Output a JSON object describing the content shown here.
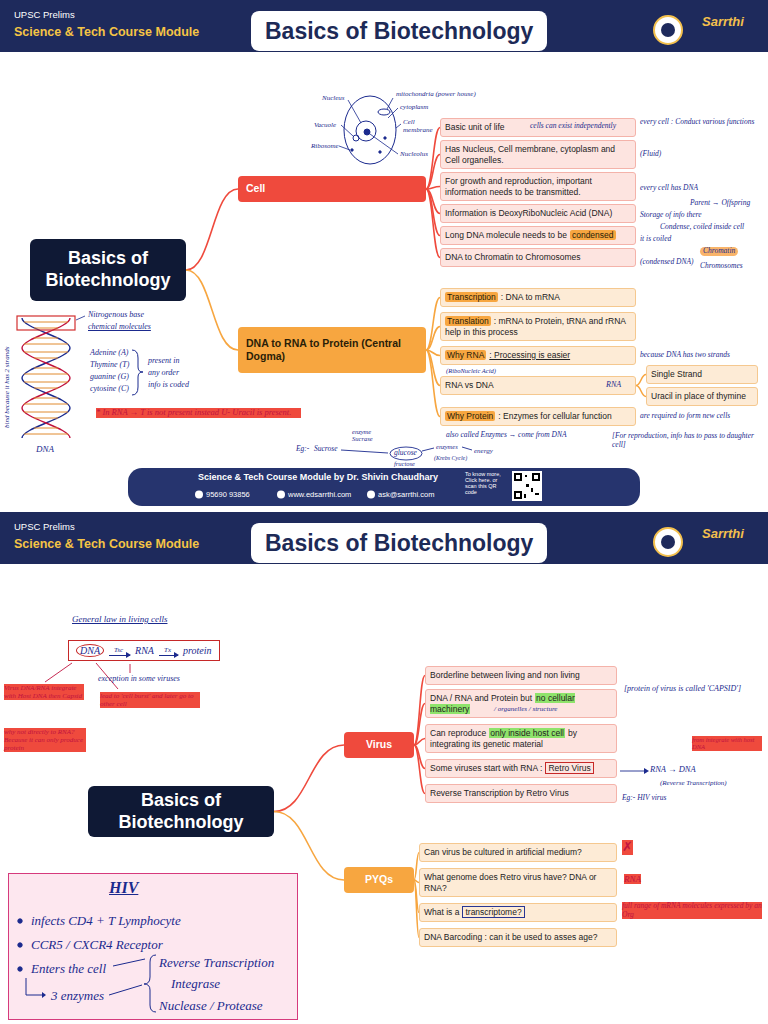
{
  "diagram": {
    "nodes": [
      {
        "text": [
          "UPSC Prelims",
          "Science & Tech Course Module"
        ]
      },
      {
        "text": [
          "Basics of Biotechnology"
        ],
        "in": 0
      },
      {
        "text": [
          "Basics of Biotechnology"
        ]
      },
      {
        "text": [
          "Cell"
        ]
      },
      {
        "text": [
          "Basic unit of life"
        ]
      },
      {
        "text": [
          "Has Nucleus, Cell membrane, cytoplasm and Cell organelles."
        ]
      },
      {
        "text": [
          "For growth and reproduction, important information needs to be transmitted."
        ]
      },
      {
        "text": [
          "Information is DeoxyRiboNucleic Acid (DNA)"
        ]
      },
      {
        "text": [
          "Long DNA molecule needs to be",
          "condensed"
        ]
      },
      {
        "text": [
          "DNA to Chromatin to Chromosomes"
        ]
      },
      {
        "text": [
          "DNA to RNA to Protein (Central Dogma)"
        ]
      },
      {
        "text": [
          "Transcription",
          ": DNA to mRNA"
        ]
      },
      {
        "text": [
          "Translation",
          ": mRNA to Protein, tRNA and rRNA help in this process"
        ]
      },
      {
        "text": [
          "Why RNA",
          ": Processing is easier"
        ]
      },
      {
        "text": [
          "RNA vs DNA"
        ]
      },
      {
        "text": [
          "Why Protein",
          ": Enzymes for cellular function"
        ]
      },
      {
        "text": [
          "Single Strand"
        ]
      },
      {
        "text": [
          "Uracil in place of thymine"
        ]
      },
      {
        "text": [
          "Science & Tech Course Module by Dr. Shivin Chaudhary",
          "95690 93856",
          "www.edsarrthi.com",
          "ask@sarrthi.com",
          "To know more, Click here. or scan this QR code"
        ]
      },
      {
        "text": [
          "UPSC Prelims",
          "Science & Tech Course Module"
        ]
      },
      {
        "text": [
          "Basics of Biotechnology"
        ],
        "in": 19
      },
      {
        "text": [
          "DNA",
          "Tsc",
          "RNA",
          "Tx",
          "protein"
        ]
      },
      {
        "text": [
          "Basics of Biotechnology"
        ]
      },
      {
        "text": [
          "Virus"
        ]
      },
      {
        "text": [
          "Borderline between living and non living"
        ]
      },
      {
        "text": [
          "DNA / RNA and Protein but",
          "no cellular machinery"
        ]
      },
      {
        "text": [
          "Can reproduce",
          "only inside host cell",
          "by integrating its genetic material"
        ]
      },
      {
        "text": [
          "Some viruses start with RNA :",
          "Retro Virus"
        ]
      },
      {
        "text": [
          "Reverse Transcription by Retro Virus"
        ]
      },
      {
        "text": [
          "PYQs"
        ]
      },
      {
        "text": [
          "Can virus be cultured in artificial medium?"
        ]
      },
      {
        "text": [
          "What genome does Retro virus have? DNA or RNA?"
        ]
      },
      {
        "text": [
          "What is a",
          "transcriptome?"
        ]
      },
      {
        "text": [
          "DNA Barcoding : can it be used to asses age?"
        ]
      },
      {
        "text": [
          "HIV",
          "infects CD4 + T Lymphocyte",
          "CCR5 / CXCR4 Receptor",
          "Enters the cell",
          "Reverse Transcription",
          "3 enzymes",
          "Integrase",
          "Nuclease / Protease"
        ]
      }
    ],
    "edges": [
      {
        "from": 2,
        "to": 3,
        "arrow": "none"
      },
      {
        "from": 2,
        "to": 10,
        "arrow": "none"
      },
      {
        "from": 3,
        "to": 4,
        "arrow": "none"
      },
      {
        "from": 3,
        "to": 5,
        "arrow": "none"
      },
      {
        "from": 3,
        "to": 6,
        "arrow": "none"
      },
      {
        "from": 3,
        "to": 7,
        "arrow": "none"
      },
      {
        "from": 3,
        "to": 8,
        "arrow": "none"
      },
      {
        "from": 3,
        "to": 9,
        "arrow": "none"
      },
      {
        "from": 10,
        "to": 11,
        "arrow": "none"
      },
      {
        "from": 10,
        "to": 12,
        "arrow": "none"
      },
      {
        "from": 10,
        "to": 13,
        "arrow": "none"
      },
      {
        "from": 10,
        "to": 14,
        "arrow": "none"
      },
      {
        "from": 10,
        "to": 15,
        "arrow": "none"
      },
      {
        "from": 14,
        "to": 16,
        "arrow": "none"
      },
      {
        "from": 14,
        "to": 17,
        "arrow": "none"
      },
      {
        "from": 22,
        "to": 23,
        "arrow": "none"
      },
      {
        "from": 22,
        "to": 29,
        "arrow": "none"
      },
      {
        "from": 23,
        "to": 24,
        "arrow": "none"
      },
      {
        "from": 23,
        "to": 25,
        "arrow": "none"
      },
      {
        "from": 23,
        "to": 26,
        "arrow": "none"
      },
      {
        "from": 23,
        "to": 27,
        "arrow": "none"
      },
      {
        "from": 23,
        "to": 28,
        "arrow": "none"
      },
      {
        "from": 29,
        "to": 30,
        "arrow": "none"
      },
      {
        "from": 29,
        "to": 31,
        "arrow": "none"
      },
      {
        "from": 29,
        "to": 32,
        "arrow": "none"
      },
      {
        "from": 29,
        "to": 33,
        "arrow": "none"
      }
    ],
    "labels": [
      "Sarrthi",
      "Nucleus",
      "mitochondria (power house)",
      "cytoplasm",
      "Vacuole",
      "Cell membrane",
      "Ribosome",
      "Nucleolus",
      "cells can exist independently",
      "every cell : Conduct various functions",
      "(Fluid)",
      "every cell has DNA",
      "Parent → Offspring",
      "Storage of info there",
      "Condense, coiled inside cell",
      "it is coiled",
      "Chromatin",
      "(condensed DNA)",
      "Chromosomes",
      "because DNA has two strands",
      "(RiboNucleic Acid)",
      "RNA",
      "are required to form new cells",
      "also called Enzymes → come from DNA",
      "[For reproduction, info has to pass to daughter cell]",
      "Eg:-",
      "Sucrose",
      "enzyme Sucrase",
      "glucose",
      "fructose",
      "enzymes",
      "energy",
      "(Krebs Cycle)",
      "Nitrogenous base",
      "chemical molecules",
      "Adenine (A)",
      "Thymine (T)",
      "guanine (G)",
      "cytosine (C)",
      "present in",
      "any order",
      "info is coded",
      "bind because it has 2 strands",
      "DNA",
      "* In RNA → T is not present instead U- Uracil is present.",
      "Sarrthi",
      "General law in living cells",
      "exception in some viruses",
      "Virus DNA/RNA integrate with Host DNA then Capsid",
      "lead to 'cell burst' and later go to other cell",
      "why not directly to RNA? Because it can only produce protein",
      "[protein of virus is called 'CAPSID']",
      "/ organelles / structure",
      "from integrate with host DNA",
      "RNA → DNA",
      "(Reverse Transcription)",
      "Eg:- HIV virus",
      "✗",
      "RNA",
      "full range of mRNA molecules expressed by an Org"
    ]
  }
}
